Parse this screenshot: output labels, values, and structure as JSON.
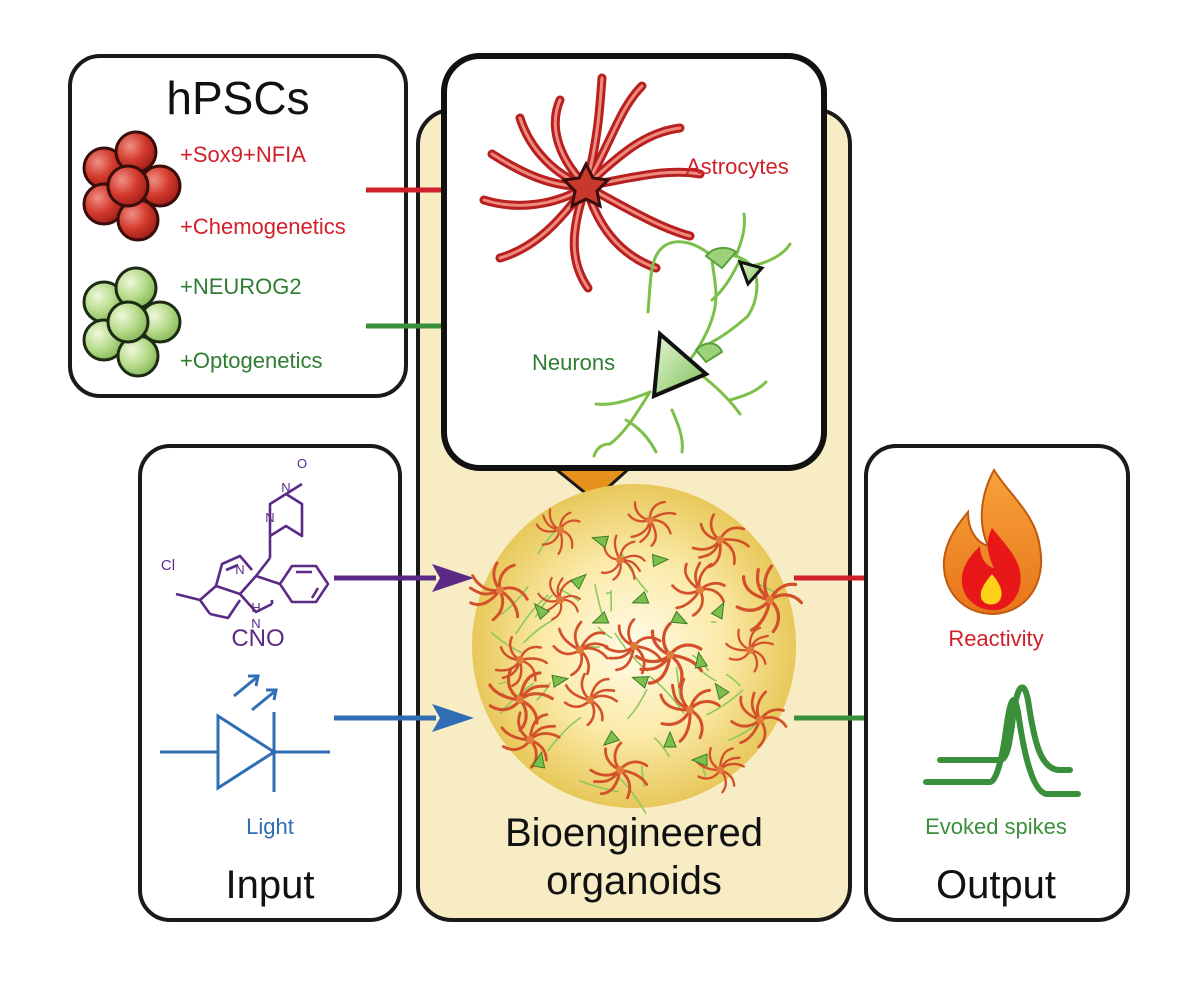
{
  "hpsc_panel": {
    "title": "hPSCs",
    "astro_factor": "+Sox9+NFIA",
    "astro_tool": "+Chemogenetics",
    "neuron_factor": "+NEUROG2",
    "neuron_tool": "+Optogenetics"
  },
  "cells_panel": {
    "astrocytes_label": "Astrocytes",
    "neurons_label": "Neurons"
  },
  "input_panel": {
    "title": "Input",
    "drug_label": "CNO",
    "light_label": "Light",
    "atom_cl": "Cl",
    "atom_n": "N",
    "atom_h": "H",
    "atom_o": "O"
  },
  "organoid_panel": {
    "title_line1": "Bioengineered",
    "title_line2": "organoids"
  },
  "output_panel": {
    "title": "Output",
    "reactivity_label": "Reactivity",
    "spikes_label": "Evoked spikes"
  },
  "colors": {
    "astro_red": "#d0202a",
    "neuron_green": "#2e7d32",
    "drug_purple": "#5b2a86",
    "light_blue": "#2f6db5",
    "organoid_bg": "#f8ecc4",
    "output_green": "#3a8f3a",
    "flame_orange": "#f08a1c"
  },
  "icons": [
    "red-cell-cluster-icon",
    "green-cell-cluster-icon",
    "astrocyte-icon",
    "neuron-icon",
    "cno-molecule-icon",
    "led-diode-icon",
    "flame-icon",
    "spike-trace-icon",
    "organoid-sphere-icon"
  ]
}
